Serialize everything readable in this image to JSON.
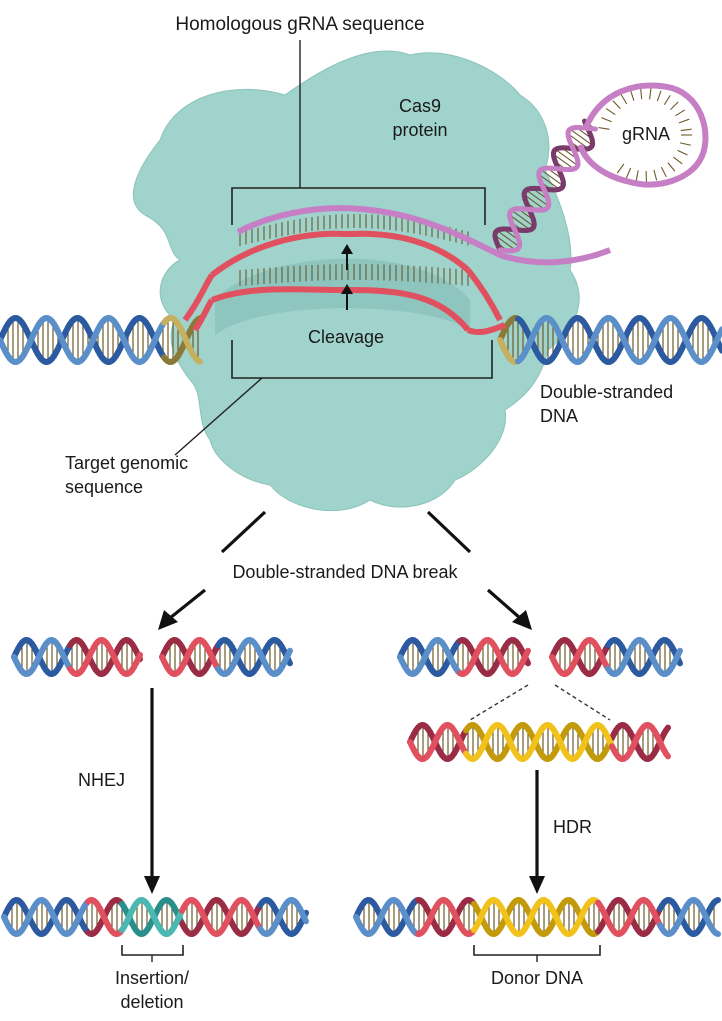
{
  "labels": {
    "homologous_grna": "Homologous gRNA sequence",
    "cas9_line1": "Cas9",
    "cas9_line2": "protein",
    "grna": "gRNA",
    "cleavage": "Cleavage",
    "dsdna_line1": "Double-stranded",
    "dsdna_line2": "DNA",
    "target_line1": "Target genomic",
    "target_line2": "sequence",
    "ds_break": "Double-stranded DNA break",
    "nhej": "NHEJ",
    "hdr": "HDR",
    "indel_line1": "Insertion/",
    "indel_line2": "deletion",
    "donor_dna": "Donor DNA"
  },
  "colors": {
    "protein": "#9fd3cc",
    "protein_shade": "#85c2ba",
    "dna_blue": "#5b8fc9",
    "dna_blue_dark": "#2c5aa0",
    "dna_red": "#e0505f",
    "dna_red_dark": "#9a2c45",
    "rna_purple": "#c67fc4",
    "donor_yellow": "#f2c21c",
    "indel_teal": "#4cb8b2",
    "rung": "#6e5a2a"
  },
  "icons": [
    "arrow-down-left-icon",
    "arrow-down-right-icon",
    "arrow-down-icon"
  ]
}
